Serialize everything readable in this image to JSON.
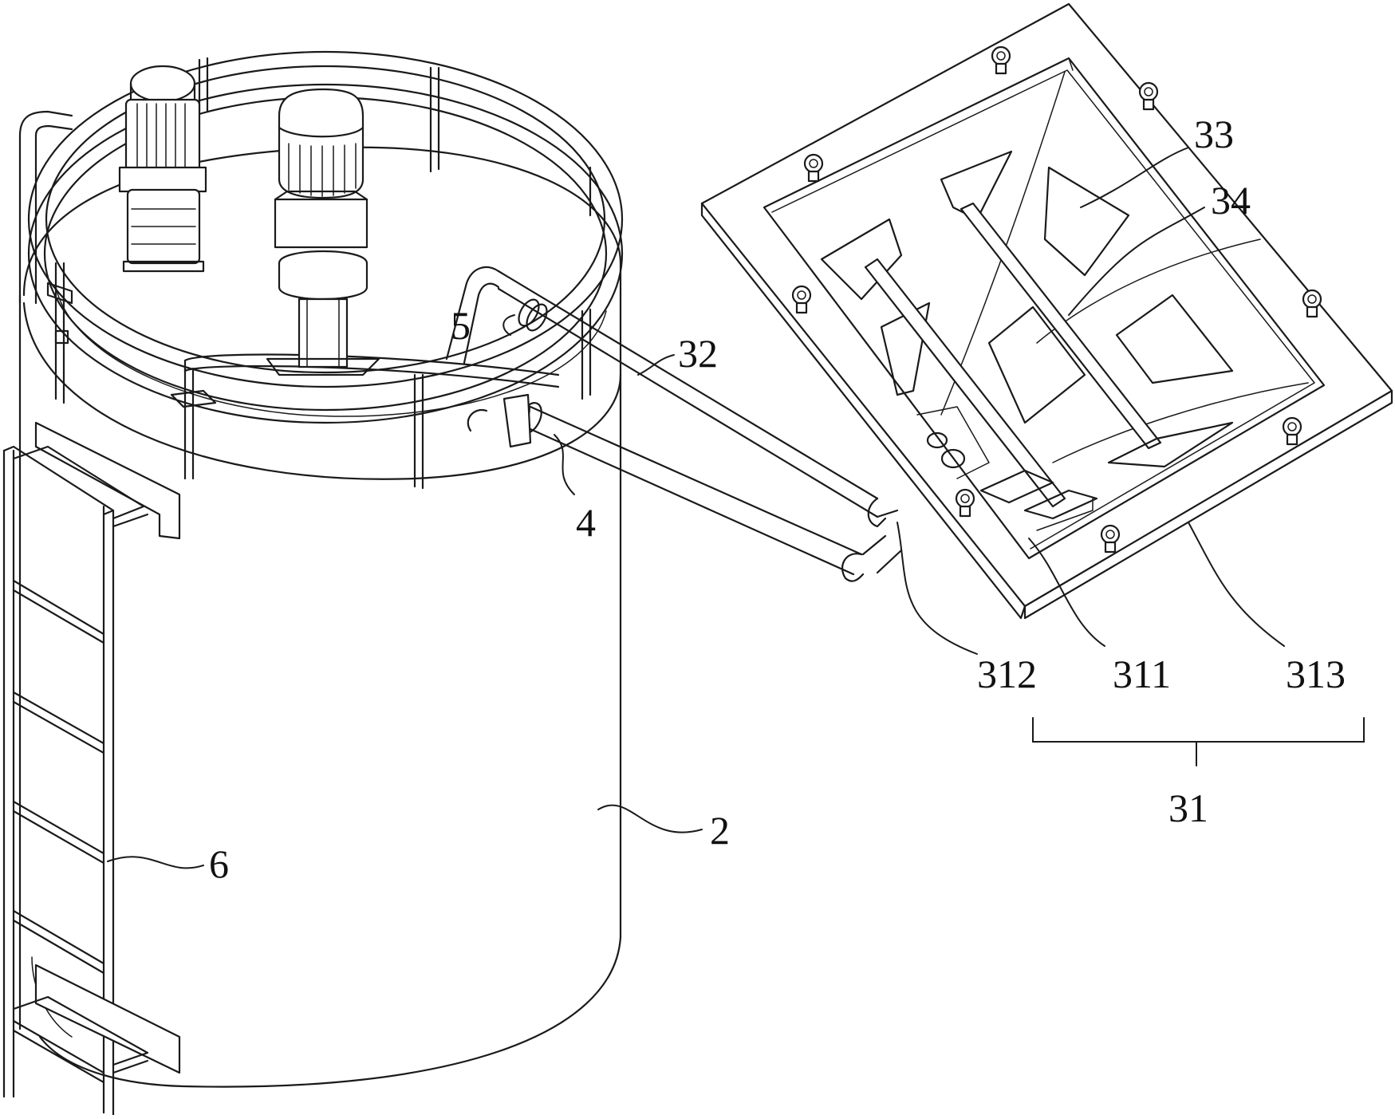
{
  "labels": {
    "l2": "2",
    "l4": "4",
    "l5": "5",
    "l6": "6",
    "l31": "31",
    "l32": "32",
    "l33": "33",
    "l34": "34",
    "l311": "311",
    "l312": "312",
    "l313": "313"
  },
  "colors": {
    "line": "#1a1a1a",
    "background": "#ffffff"
  }
}
